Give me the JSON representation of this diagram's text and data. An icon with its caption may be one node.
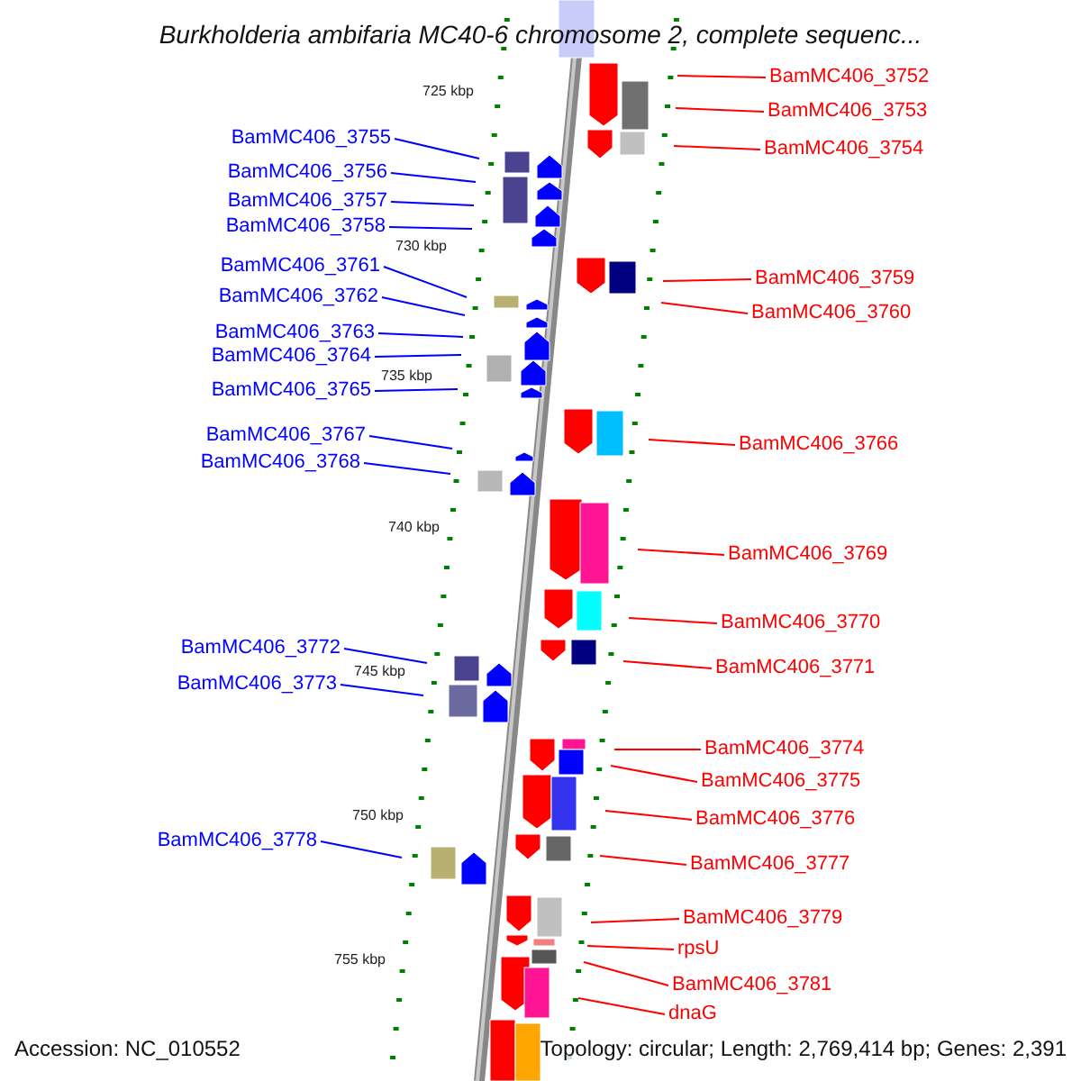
{
  "diagram": {
    "title": "Burkholderia ambifaria MC40-6 chromosome 2, complete sequenc...",
    "nodes": [
      {
        "text": [
          "BamMC406_3752"
        ]
      },
      {
        "text": [
          "BamMC406_3753"
        ]
      },
      {
        "text": [
          "BamMC406_3754"
        ]
      },
      {
        "text": [
          "BamMC406_3755"
        ]
      },
      {
        "text": [
          "BamMC406_3756"
        ]
      },
      {
        "text": [
          "BamMC406_3757"
        ]
      },
      {
        "text": [
          "BamMC406_3758"
        ]
      },
      {
        "text": [
          "BamMC406_3761"
        ]
      },
      {
        "text": [
          "BamMC406_3759"
        ]
      },
      {
        "text": [
          "BamMC406_3762"
        ]
      },
      {
        "text": [
          "BamMC406_3760"
        ]
      },
      {
        "text": [
          "BamMC406_3763"
        ]
      },
      {
        "text": [
          "BamMC406_3764"
        ]
      },
      {
        "text": [
          "BamMC406_3765"
        ]
      },
      {
        "text": [
          "BamMC406_3767"
        ]
      },
      {
        "text": [
          "BamMC406_3766"
        ]
      },
      {
        "text": [
          "BamMC406_3768"
        ]
      },
      {
        "text": [
          "BamMC406_3769"
        ]
      },
      {
        "text": [
          "BamMC406_3770"
        ]
      },
      {
        "text": [
          "BamMC406_3772"
        ]
      },
      {
        "text": [
          "BamMC406_3771"
        ]
      },
      {
        "text": [
          "BamMC406_3773"
        ]
      },
      {
        "text": [
          "BamMC406_3774"
        ]
      },
      {
        "text": [
          "BamMC406_3775"
        ]
      },
      {
        "text": [
          "BamMC406_3776"
        ]
      },
      {
        "text": [
          "BamMC406_3778"
        ]
      },
      {
        "text": [
          "BamMC406_3777"
        ]
      },
      {
        "text": [
          "BamMC406_3779"
        ]
      },
      {
        "text": [
          "rpsU"
        ]
      },
      {
        "text": [
          "BamMC406_3781"
        ]
      },
      {
        "text": [
          "dnaG"
        ]
      }
    ],
    "edges": [
      {
        "from": 0,
        "to": null,
        "arrow": "none"
      },
      {
        "from": 1,
        "to": null,
        "arrow": "none"
      },
      {
        "from": 2,
        "to": null,
        "arrow": "none"
      },
      {
        "from": 3,
        "to": null,
        "arrow": "none",
        "color": "#0000ff"
      },
      {
        "from": 4,
        "to": null,
        "arrow": "none",
        "color": "#0000ff"
      },
      {
        "from": 5,
        "to": null,
        "arrow": "none",
        "color": "#0000ff"
      },
      {
        "from": 6,
        "to": null,
        "arrow": "none",
        "color": "#0000ff"
      },
      {
        "from": 7,
        "to": null,
        "arrow": "none",
        "color": "#0000ff"
      },
      {
        "from": 8,
        "to": null,
        "arrow": "none"
      },
      {
        "from": 9,
        "to": null,
        "arrow": "none",
        "color": "#0000ff"
      },
      {
        "from": 10,
        "to": null,
        "arrow": "none"
      },
      {
        "from": 11,
        "to": null,
        "arrow": "none",
        "color": "#0000ff"
      },
      {
        "from": 12,
        "to": null,
        "arrow": "none",
        "color": "#0000ff"
      },
      {
        "from": 13,
        "to": null,
        "arrow": "none",
        "color": "#0000ff"
      },
      {
        "from": 14,
        "to": null,
        "arrow": "none",
        "color": "#0000ff"
      },
      {
        "from": 15,
        "to": null,
        "arrow": "none"
      },
      {
        "from": 16,
        "to": null,
        "arrow": "none",
        "color": "#0000ff"
      },
      {
        "from": 17,
        "to": null,
        "arrow": "none"
      },
      {
        "from": 18,
        "to": null,
        "arrow": "none"
      },
      {
        "from": 19,
        "to": null,
        "arrow": "none",
        "color": "#0000ff"
      },
      {
        "from": 20,
        "to": null,
        "arrow": "none"
      },
      {
        "from": 21,
        "to": null,
        "arrow": "none",
        "color": "#0000ff"
      },
      {
        "from": 22,
        "to": null,
        "arrow": "none"
      },
      {
        "from": 23,
        "to": null,
        "arrow": "none"
      },
      {
        "from": 24,
        "to": null,
        "arrow": "none"
      },
      {
        "from": 25,
        "to": null,
        "arrow": "none",
        "color": "#0000ff"
      },
      {
        "from": 26,
        "to": null,
        "arrow": "none"
      },
      {
        "from": 27,
        "to": null,
        "arrow": "none"
      },
      {
        "from": 28,
        "to": null,
        "arrow": "none"
      },
      {
        "from": 29,
        "to": null,
        "arrow": "none"
      },
      {
        "from": 30,
        "to": null,
        "arrow": "none"
      }
    ],
    "labels": [
      "725 kbp",
      "730 kbp",
      "735 kbp",
      "740 kbp",
      "745 kbp",
      "750 kbp",
      "755 kbp",
      "Accession: NC_010552",
      "Topology: circular; Length: 2,769,414 bp; Genes: 2,391"
    ]
  }
}
